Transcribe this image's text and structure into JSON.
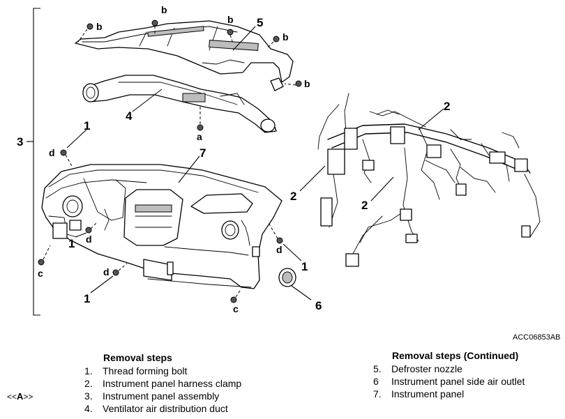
{
  "figure_code": "ACC06853AB",
  "ref_marker": {
    "open": "<<",
    "letter": "A",
    "close": ">>"
  },
  "callouts": {
    "one": "1",
    "two": "2",
    "three": "3",
    "four": "4",
    "five": "5",
    "six": "6",
    "seven": "7"
  },
  "fasteners": {
    "a": "a",
    "b": "b",
    "c": "c",
    "d": "d"
  },
  "removal_steps": {
    "title": "Removal steps",
    "items": [
      {
        "num": "1.",
        "label": "Thread forming bolt"
      },
      {
        "num": "2.",
        "label": "Instrument panel harness clamp"
      },
      {
        "num": "3.",
        "label": "Instrument panel assembly"
      },
      {
        "num": "4.",
        "label": "Ventilator air distribution duct"
      }
    ]
  },
  "removal_steps_continued": {
    "title": "Removal steps (Continued)",
    "items": [
      {
        "num": "5.",
        "label": "Defroster nozzle"
      },
      {
        "num": "6",
        "label": "Instrument panel side air outlet"
      },
      {
        "num": "7.",
        "label": "Instrument panel"
      }
    ]
  }
}
